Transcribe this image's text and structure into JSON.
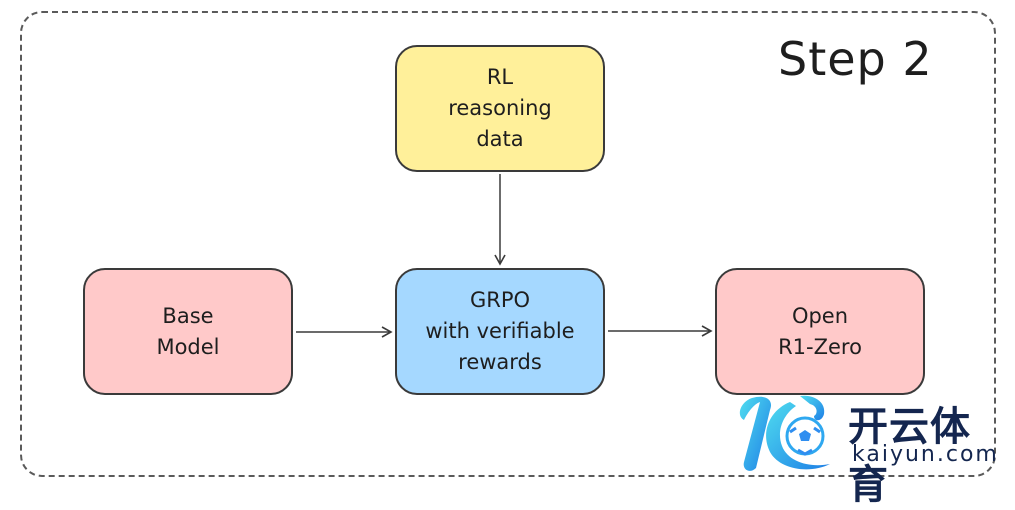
{
  "diagram": {
    "title": "Step 2",
    "nodes": [
      {
        "id": "rl",
        "label": "RL\nreasoning\ndata",
        "fill": "#fff09a"
      },
      {
        "id": "base",
        "label": "Base\nModel",
        "fill": "#ffc9c9"
      },
      {
        "id": "grpo",
        "label": "GRPO\nwith verifiable\nrewards",
        "fill": "#a5d8ff"
      },
      {
        "id": "open",
        "label": "Open\nR1-Zero",
        "fill": "#ffc9c9"
      }
    ],
    "edges": [
      {
        "from": "rl",
        "to": "grpo"
      },
      {
        "from": "base",
        "to": "grpo"
      },
      {
        "from": "grpo",
        "to": "open"
      }
    ],
    "colors": {
      "stroke": "#3a3a3a",
      "frame": "#5a5a5a"
    }
  },
  "watermark": {
    "name_cn": "开云体育",
    "domain": "kaiyun.com",
    "colors": {
      "text": "#14264f",
      "accent": "#2fa8f0",
      "accent_light": "#4fdcef"
    }
  }
}
